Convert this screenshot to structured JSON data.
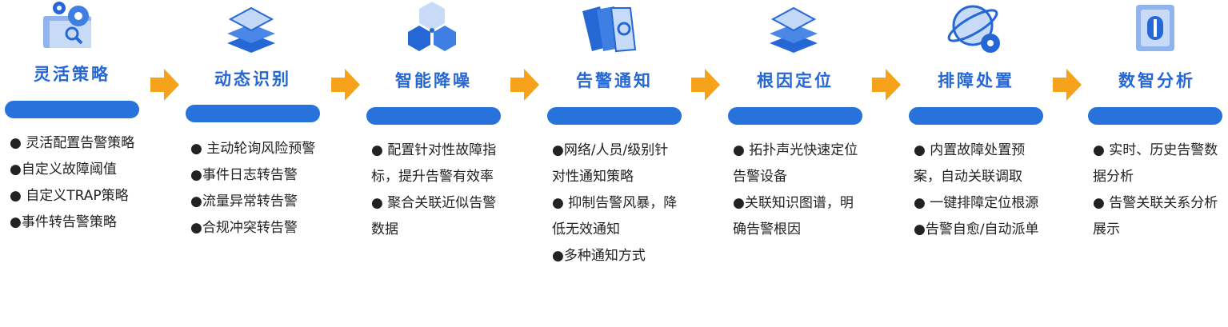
{
  "stages": [
    {
      "title": "灵活策略",
      "icon": "gear-search-icon",
      "items": [
        "● 灵活配置告警策略",
        "●自定义故障阈值",
        "● 自定义TRAP策略",
        "●事件转告警策略"
      ]
    },
    {
      "title": "动态识别",
      "icon": "layers-icon",
      "items": [
        "● 主动轮询风险预警",
        "●事件日志转告警",
        "●流量异常转告警",
        "●合规冲突转告警"
      ]
    },
    {
      "title": "智能降噪",
      "icon": "cubes-icon",
      "items": [
        "● 配置针对性故障指标，提升告警有效率",
        "● 聚合关联近似告警数据"
      ]
    },
    {
      "title": "告警通知",
      "icon": "cards-icon",
      "items": [
        "●网络/人员/级别针对性通知策略",
        "● 抑制告警风暴，降低无效通知",
        "●多种通知方式"
      ]
    },
    {
      "title": "根因定位",
      "icon": "layers-icon",
      "items": [
        "● 拓扑声光快速定位告警设备",
        "●关联知识图谱，明确告警根因"
      ]
    },
    {
      "title": "排障处置",
      "icon": "globe-gear-icon",
      "items": [
        "● 内置故障处置预案，自动关联调取",
        "● 一键排障定位根源",
        "●告警自愈/自动派单"
      ]
    },
    {
      "title": "数智分析",
      "icon": "cabinet-icon",
      "items": [
        "● 实时、历史告警数据分析",
        "● 告警关联关系分析展示"
      ]
    }
  ],
  "colors": {
    "accent": "#2872db",
    "title": "#2667d6",
    "arrow": "#f7a21b"
  }
}
